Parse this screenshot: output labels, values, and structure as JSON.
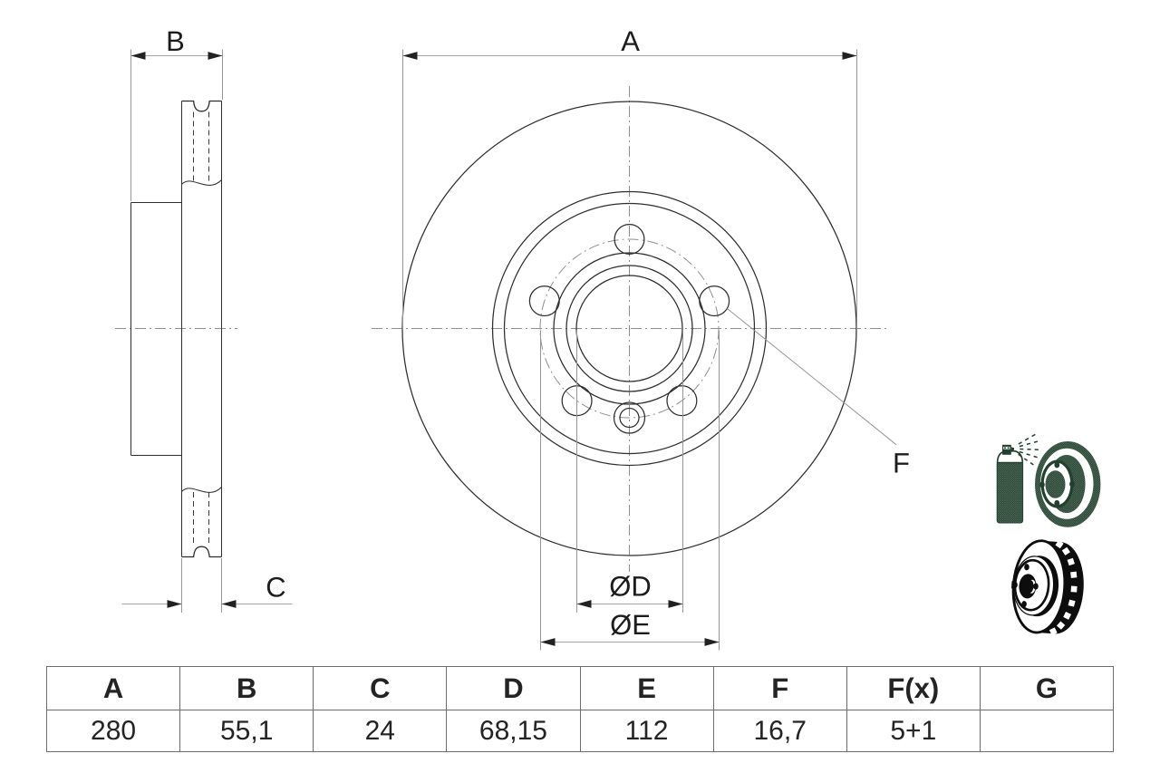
{
  "drawing": {
    "type": "brake-disc-technical-drawing",
    "views": {
      "section_view": "side cross-section of ventilated brake disc with hat",
      "front_view": "front view of brake disc with 5 bolt holes and 1 locating hole"
    },
    "dimension_labels": {
      "a": "A",
      "b": "B",
      "c": "C",
      "d": "ØD",
      "e": "ØE",
      "f": "F"
    },
    "bolt_pattern": {
      "bolt_holes": 5,
      "locating_holes": 1
    }
  },
  "icons": {
    "spray_coating_icon": "spray can coating a brake disc",
    "ventilated_disc_icon": "ventilated brake disc 3d view"
  },
  "table": {
    "headers": [
      "A",
      "B",
      "C",
      "D",
      "E",
      "F",
      "F(x)",
      "G"
    ],
    "values": [
      "280",
      "55,1",
      "24",
      "68,15",
      "112",
      "16,7",
      "5+1",
      ""
    ]
  },
  "colors": {
    "object_line": "#2e2e2e",
    "thin_line": "#979797",
    "arrow": "#222222",
    "text": "#1c1c1c",
    "table_border": "#6b6b6b",
    "icon_green": "#21402d",
    "icon_black": "#0d0d0d",
    "background": "#ffffff"
  }
}
